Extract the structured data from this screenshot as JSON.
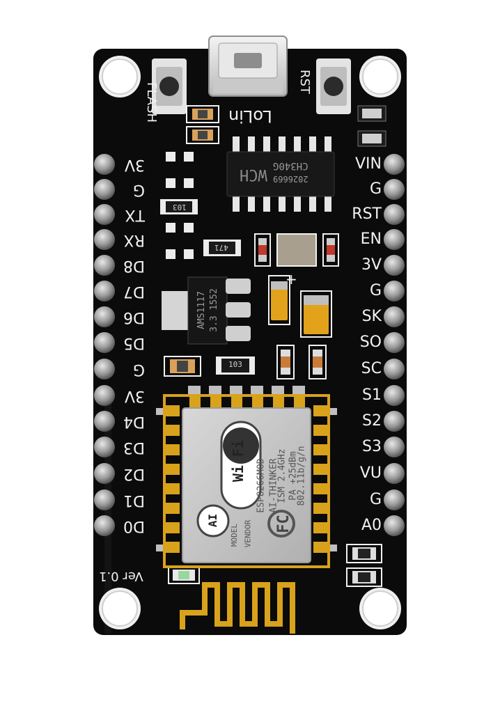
{
  "board": {
    "brand_silkscreen": "LoLin",
    "version_silkscreen": "Ver 0.1",
    "button_labels": {
      "left": "FLASH",
      "right": "RST"
    },
    "left_pins": [
      "3V",
      "G",
      "TX",
      "RX",
      "D8",
      "D7",
      "D6",
      "D5",
      "G",
      "3V",
      "D4",
      "D3",
      "D2",
      "D1",
      "D0"
    ],
    "right_pins": [
      "VIN",
      "G",
      "RST",
      "EN",
      "3V",
      "G",
      "SK",
      "SO",
      "SC",
      "S1",
      "S2",
      "S3",
      "VU",
      "G",
      "A0"
    ],
    "usb_chip": {
      "line1": "CH340G",
      "line2": "2026669",
      "logo": "WCH"
    },
    "regulator": {
      "line1": "AMS1117",
      "line2": "3.3 1552"
    },
    "resistors": {
      "r1": "103",
      "r2": "471",
      "r3": "103"
    },
    "capacitor_plus": "+",
    "wifi_module": {
      "brand": "Wi Fi",
      "model": "ESP8266MOD",
      "vendor": "AI-THINKER",
      "lines": [
        "ISM 2.4GHz",
        "PA +25dBm",
        "802.11b/g/n"
      ],
      "model_label": "MODEL",
      "vendor_label": "VENDOR",
      "ai_logo": "AI",
      "fcc": "FC"
    },
    "colors": {
      "pcb": "#0b0b0c",
      "silkscreen": "#f2f2f2",
      "gold": "#d9a21b",
      "pin": "#9a9a9a"
    }
  }
}
